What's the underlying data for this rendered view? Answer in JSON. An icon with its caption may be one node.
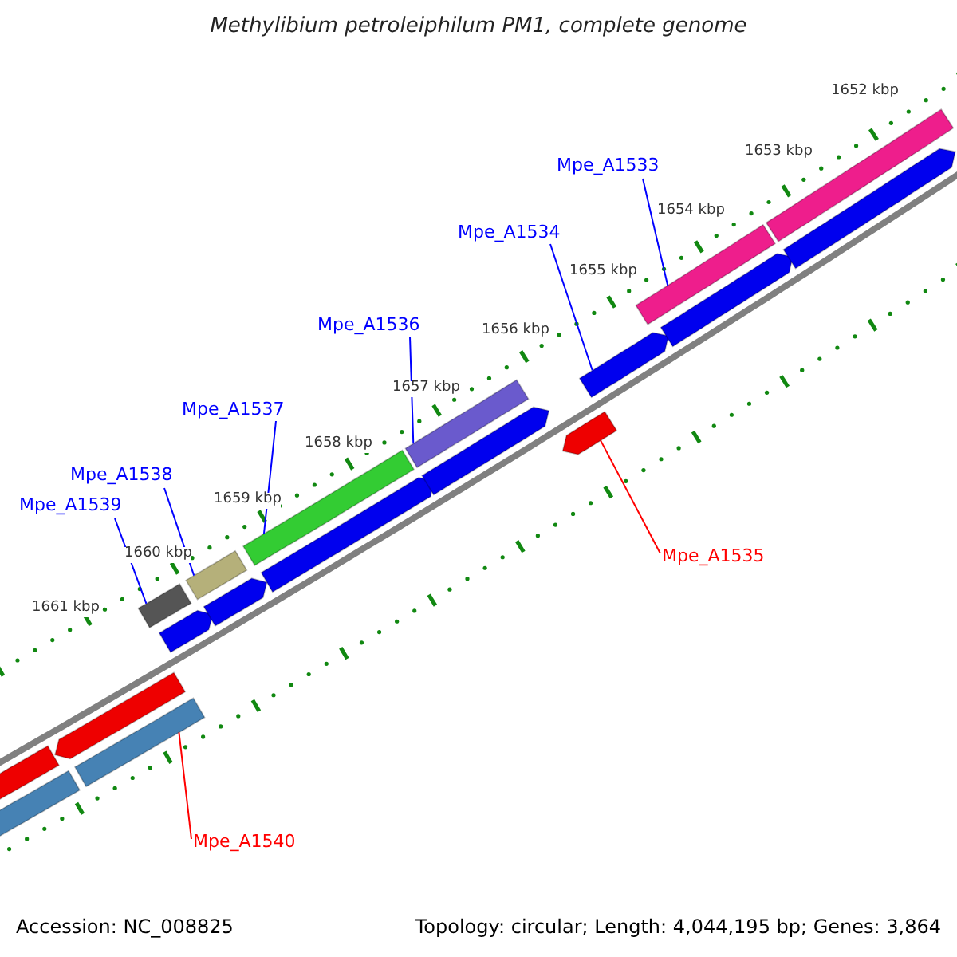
{
  "diagram": {
    "title": "Methylibium petroleiphilum PM1, complete genome",
    "nodes": [
      {
        "text": [
          "Mpe_A1533"
        ]
      },
      {
        "text": [
          "Mpe_A1534"
        ]
      },
      {
        "text": [
          "Mpe_A1536"
        ]
      },
      {
        "text": [
          "Mpe_A1537"
        ]
      },
      {
        "text": [
          "Mpe_A1538"
        ]
      },
      {
        "text": [
          "Mpe_A1539"
        ]
      },
      {
        "text": [
          "Mpe_A1535"
        ]
      },
      {
        "text": [
          "Mpe_A1540"
        ]
      },
      {
        "text": [],
        "shape": "bar"
      },
      {
        "text": [],
        "shape": "arrow"
      },
      {
        "text": [],
        "shape": "bar"
      },
      {
        "text": [],
        "shape": "arrow"
      },
      {
        "text": [],
        "shape": "bar"
      },
      {
        "text": [],
        "shape": "arrow"
      },
      {
        "text": [],
        "shape": "bar"
      },
      {
        "text": [],
        "shape": "arrow"
      },
      {
        "text": [],
        "shape": "bar"
      },
      {
        "text": [],
        "shape": "arrow"
      },
      {
        "text": [],
        "shape": "bar"
      },
      {
        "text": [],
        "shape": "arrow"
      },
      {
        "text": [],
        "shape": "arrow"
      },
      {
        "text": [],
        "shape": "arrow"
      },
      {
        "text": [],
        "shape": "bar"
      },
      {
        "text": [],
        "shape": "arrow"
      },
      {
        "text": [],
        "shape": "bar"
      },
      {
        "text": [],
        "shape": "arrow"
      }
    ],
    "edges": [
      {
        "from": 0,
        "to": 22,
        "arrow": "none"
      },
      {
        "from": 1,
        "to": 21,
        "arrow": "none"
      },
      {
        "from": 2,
        "to": 18,
        "arrow": "none"
      },
      {
        "from": 3,
        "to": 16,
        "arrow": "none"
      },
      {
        "from": 4,
        "to": 14,
        "arrow": "none"
      },
      {
        "from": 5,
        "to": 12,
        "arrow": "none"
      },
      {
        "from": 6,
        "to": 20,
        "arrow": "none",
        "color": "#ff0000"
      },
      {
        "from": 7,
        "to": 10,
        "arrow": "none",
        "color": "#ff0000"
      }
    ],
    "labels": [
      "1652 kbp",
      "1653 kbp",
      "1654 kbp",
      "1655 kbp",
      "1656 kbp",
      "1657 kbp",
      "1658 kbp",
      "1659 kbp",
      "1660 kbp",
      "1661 kbp",
      "Accession: NC_008825",
      "Topology: circular; Length: 4,044,195 bp; Genes: 3,864"
    ]
  }
}
